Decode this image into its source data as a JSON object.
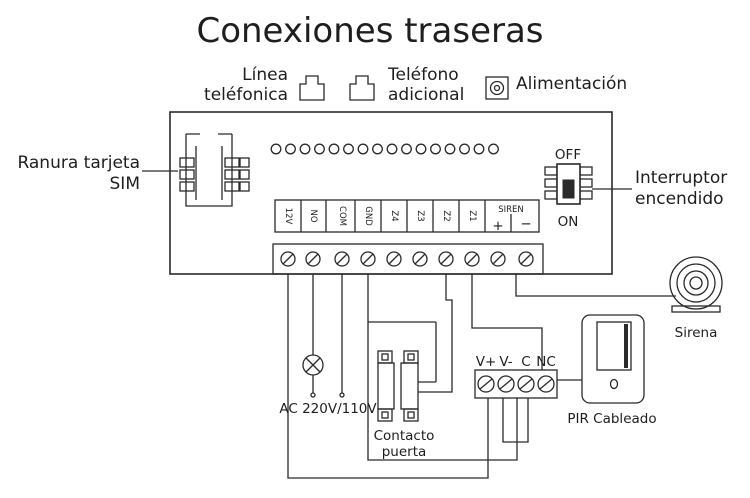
{
  "title": "Conexiones traseras",
  "labels": {
    "phone_line": [
      "Línea",
      "teléfonica"
    ],
    "extra_phone": [
      "Teléfono",
      "adicional"
    ],
    "power": "Alimentación",
    "sim_slot": [
      "Ranura tarjeta",
      "SIM"
    ],
    "power_switch": [
      "Interruptor",
      "encendido"
    ],
    "switch_off": "OFF",
    "switch_on": "ON",
    "siren": "Sirena",
    "pir": "PIR Cableado",
    "door_contact": [
      "Contacto",
      "puerta"
    ],
    "ac_power": "AC 220V/110V"
  },
  "terminals": [
    "12V",
    "NO",
    "COM",
    "GND",
    "Z4",
    "Z3",
    "Z2",
    "Z1",
    "SIREN"
  ],
  "siren_polarity": [
    "+",
    "−"
  ],
  "pir_terminals": [
    "V+",
    "V-",
    "C",
    "NC"
  ],
  "led_count": 16
}
